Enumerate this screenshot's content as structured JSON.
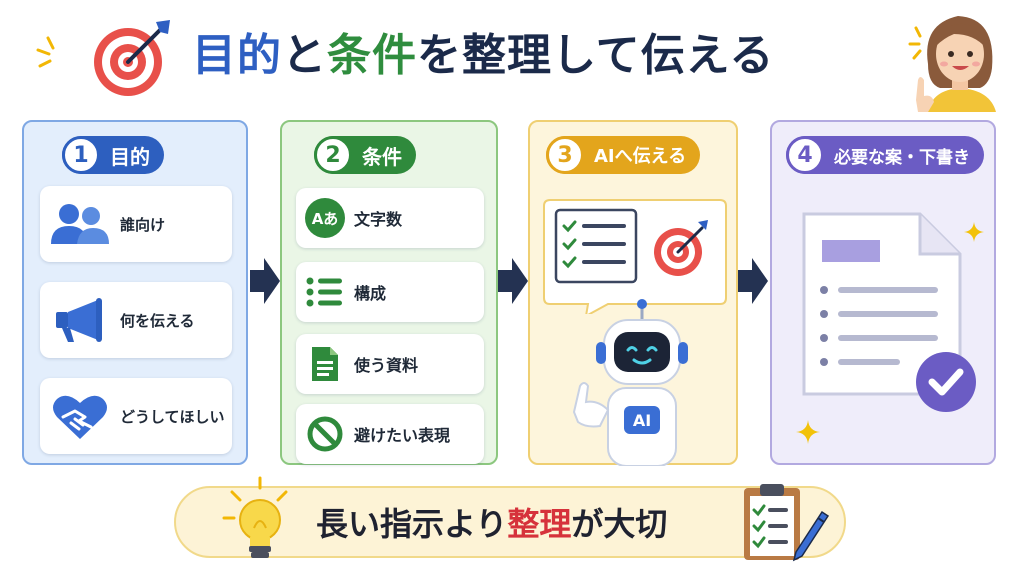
{
  "title": {
    "part1": "目的",
    "part2": "と",
    "part3": "条件",
    "part4": "を整理して伝える"
  },
  "steps": [
    {
      "number": "1",
      "title": "目的",
      "items": [
        {
          "icon": "people-icon",
          "label": "誰向け"
        },
        {
          "icon": "megaphone-icon",
          "label": "何を伝える"
        },
        {
          "icon": "handshake-heart-icon",
          "label": "どうしてほしい"
        }
      ]
    },
    {
      "number": "2",
      "title": "条件",
      "items": [
        {
          "icon": "character-count-icon",
          "label": "文字数"
        },
        {
          "icon": "list-icon",
          "label": "構成"
        },
        {
          "icon": "document-icon",
          "label": "使う資料"
        },
        {
          "icon": "prohibited-icon",
          "label": "避けたい表現"
        }
      ]
    },
    {
      "number": "3",
      "title": "AIへ伝える",
      "robot_badge": "AI"
    },
    {
      "number": "4",
      "title": "必要な案・下書き"
    }
  ],
  "character_icon_text": "Aあ",
  "footer": {
    "part1": "長い指示より",
    "highlight": "整理",
    "part2": "が大切"
  },
  "colors": {
    "blue": "#2d5fbf",
    "green": "#2f8a3c",
    "yellow": "#e3a51c",
    "purple": "#6b5cc4",
    "red": "#d6323b",
    "navy": "#1b2a4a"
  }
}
